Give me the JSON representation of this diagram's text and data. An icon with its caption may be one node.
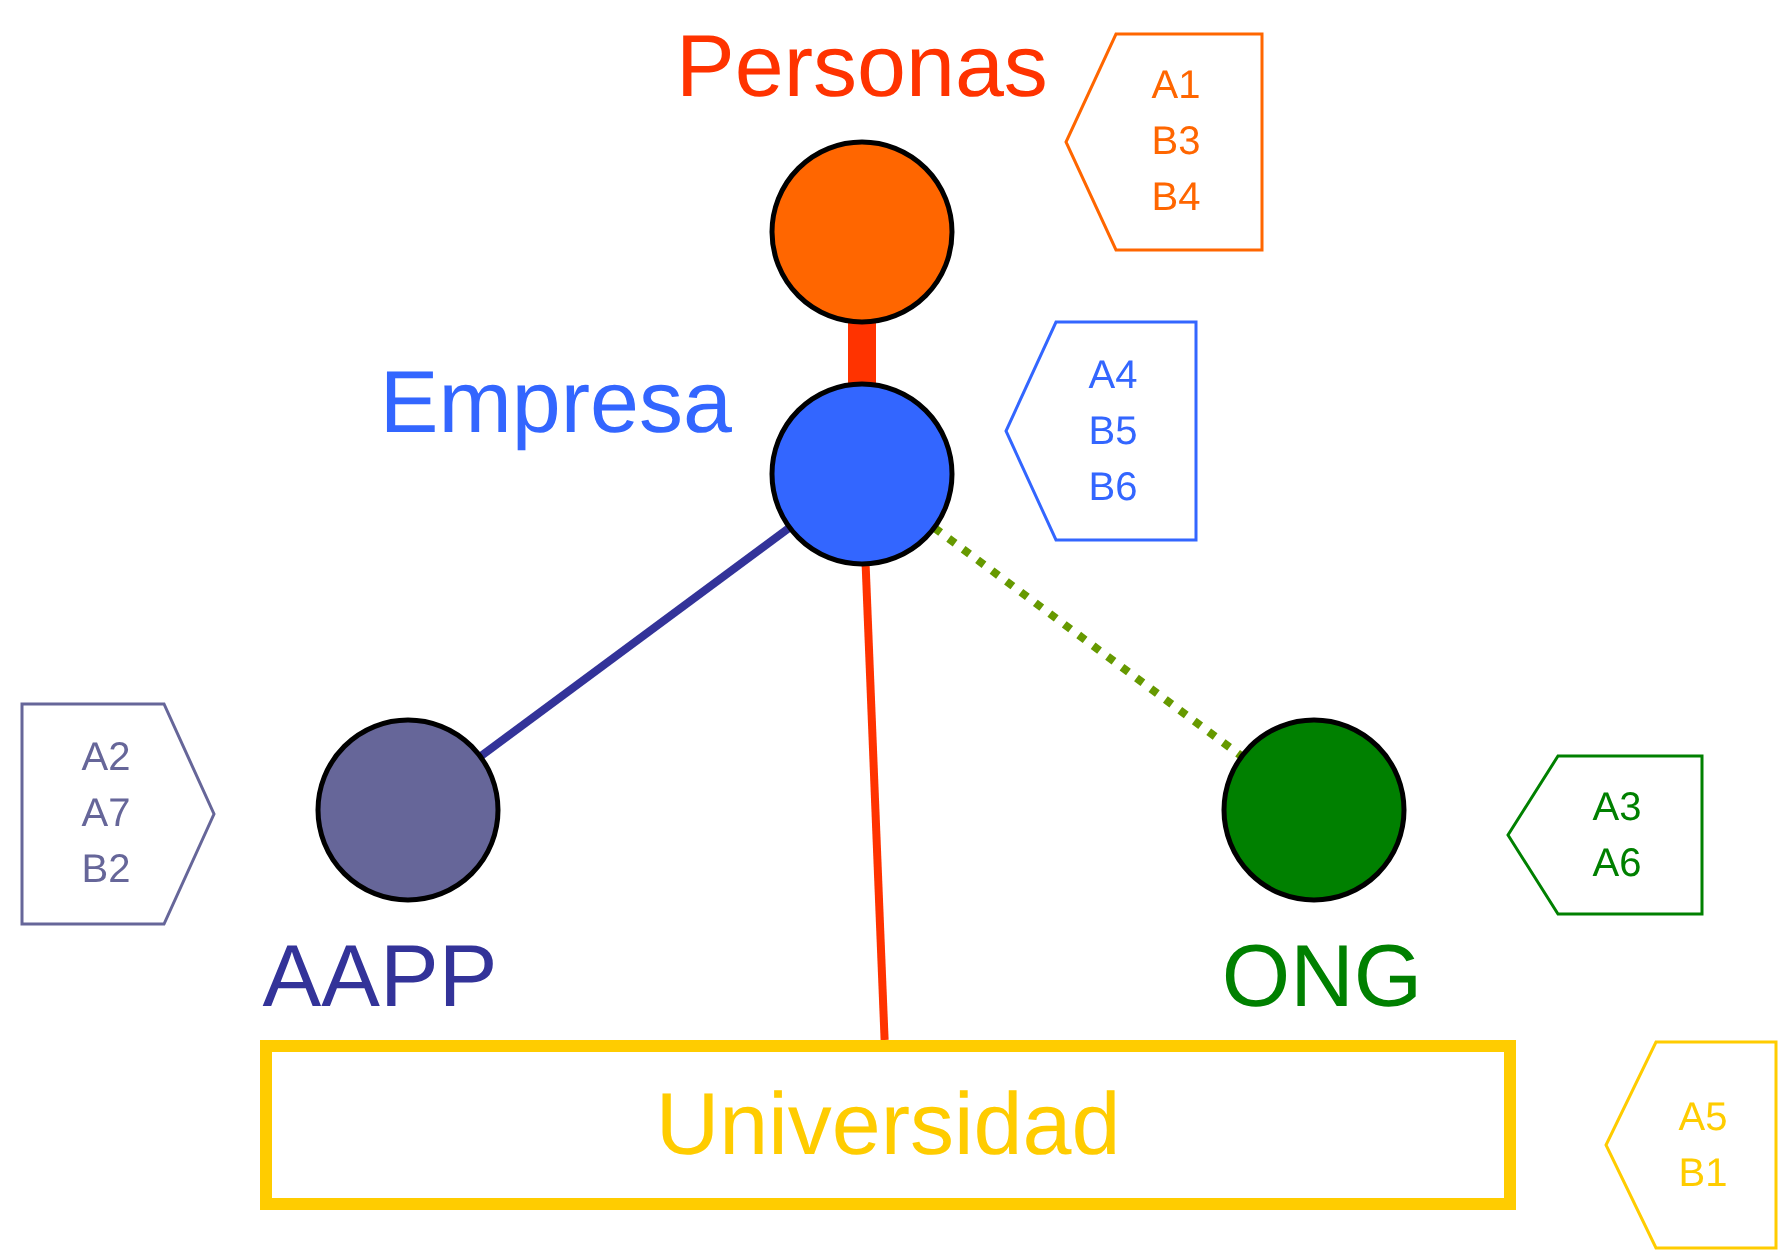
{
  "diagram": {
    "nodes": [
      {
        "text": [
          "Personas"
        ]
      },
      {
        "text": [
          "A1",
          "B3",
          "B4"
        ]
      },
      {
        "text": [
          "Empresa"
        ]
      },
      {
        "text": [
          "A4",
          "B5",
          "B6"
        ]
      },
      {
        "text": [
          "A2",
          "A7",
          "B2"
        ]
      },
      {
        "text": [
          "AAPP"
        ]
      },
      {
        "text": [
          "ONG"
        ]
      },
      {
        "text": [
          "A3",
          "A6"
        ]
      },
      {
        "text": [
          "Universidad"
        ]
      },
      {
        "text": [
          "A5",
          "B1"
        ]
      }
    ],
    "edges": [
      {
        "from": 0,
        "to": 2,
        "arrow": "none",
        "style": "thick",
        "color": "#ff3300"
      },
      {
        "from": 2,
        "to": 5,
        "arrow": "none",
        "color": "#333399"
      },
      {
        "from": 2,
        "to": 6,
        "arrow": "none",
        "style": "dashed",
        "color": "#669900"
      },
      {
        "from": 2,
        "to": 8,
        "arrow": "none",
        "color": "#ff3300"
      }
    ]
  }
}
